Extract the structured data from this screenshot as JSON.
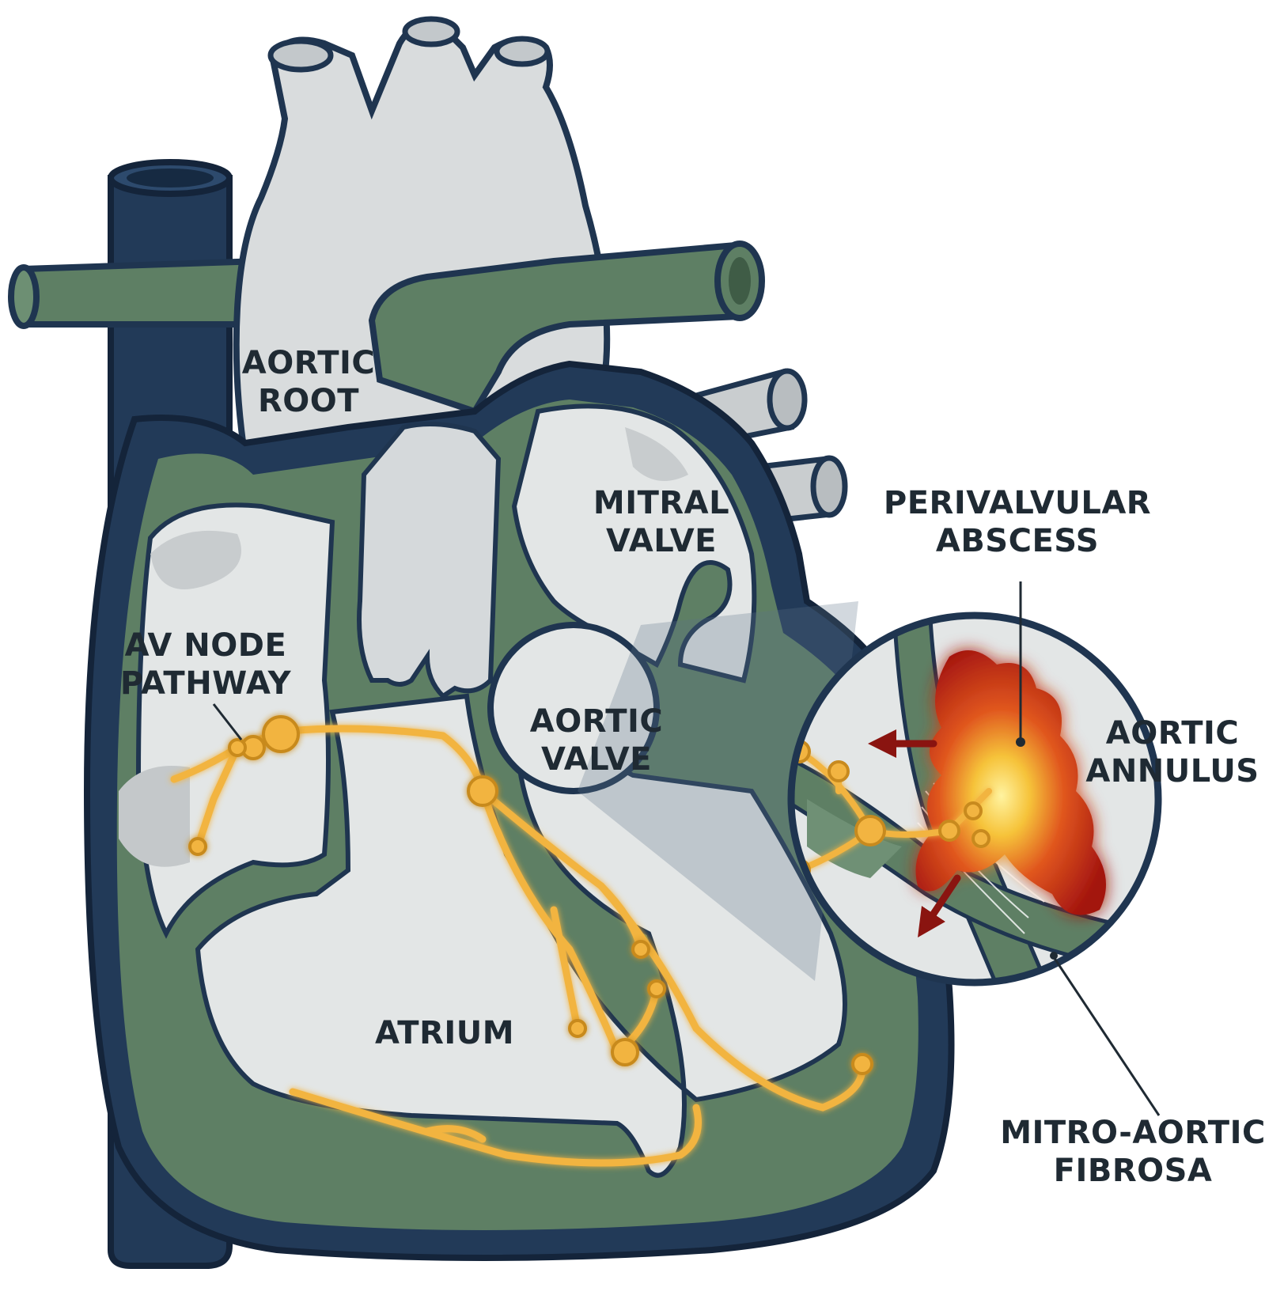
{
  "labels": {
    "aortic_root": [
      "AORTIC",
      "ROOT"
    ],
    "mitral_valve": [
      "MITRAL",
      "VALVE"
    ],
    "perivalvular_abscess": [
      "PERIVALVULAR",
      "ABSCESS"
    ],
    "av_node_pathway": [
      "AV NODE",
      "PATHWAY"
    ],
    "aortic_valve": [
      "AORTIC",
      "VALVE"
    ],
    "aortic_annulus": [
      "AORTIC",
      "ANNULUS"
    ],
    "atrium": [
      "ATRIUM"
    ],
    "mitro_aortic_fibrosa": [
      "MITRO-AORTIC",
      "FIBROSA"
    ]
  },
  "colors": {
    "outline": "#1f3550",
    "vessel_dark": "#223a58",
    "myocardium": "#5e7f64",
    "chamber": "#e3e6e6",
    "aorta": "#d9dcdd",
    "conduction": "#f2b441",
    "abscess_core": "#f6c33a",
    "abscess_outer": "#b51a16",
    "arrow": "#8a1410"
  }
}
